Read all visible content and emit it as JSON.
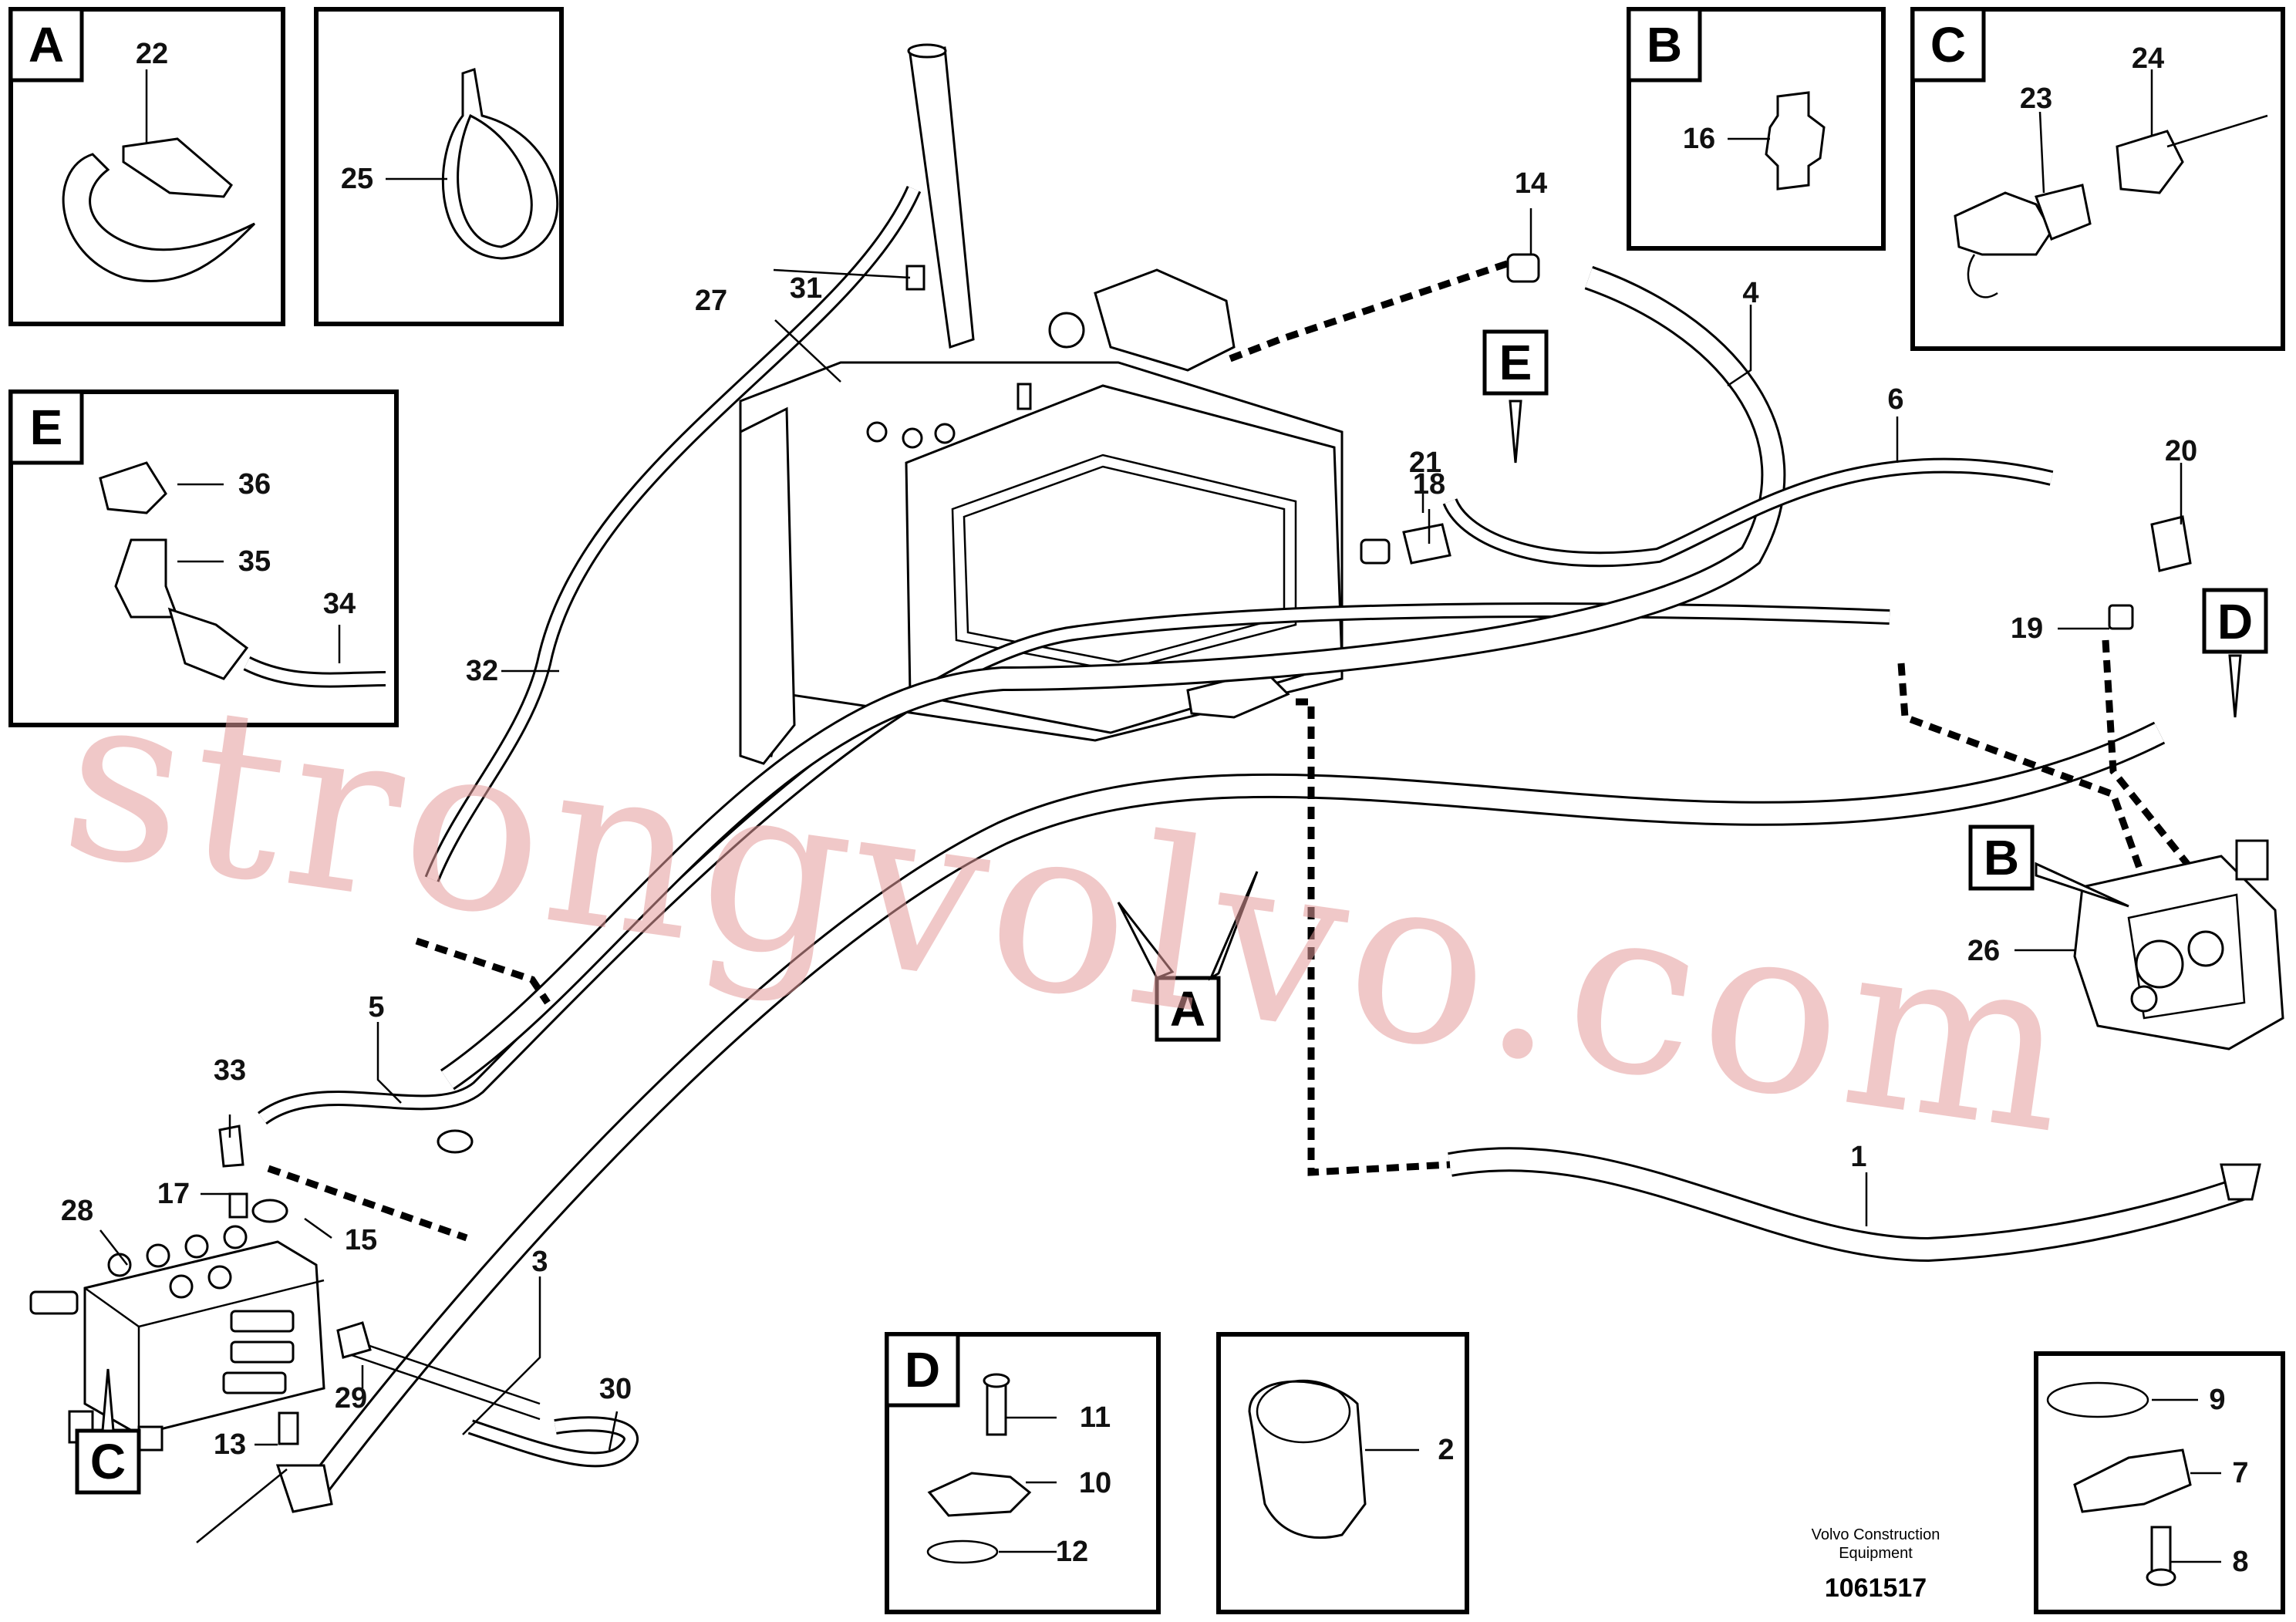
{
  "diagram": {
    "callouts": [
      {
        "id": "l1",
        "text": "1"
      },
      {
        "id": "l2",
        "text": "2"
      },
      {
        "id": "l3",
        "text": "3"
      },
      {
        "id": "l4",
        "text": "4"
      },
      {
        "id": "l5",
        "text": "5"
      },
      {
        "id": "l6",
        "text": "6"
      },
      {
        "id": "l7",
        "text": "7"
      },
      {
        "id": "l8",
        "text": "8"
      },
      {
        "id": "l9",
        "text": "9"
      },
      {
        "id": "l10",
        "text": "10"
      },
      {
        "id": "l11",
        "text": "11"
      },
      {
        "id": "l12",
        "text": "12"
      },
      {
        "id": "l13",
        "text": "13"
      },
      {
        "id": "l14",
        "text": "14"
      },
      {
        "id": "l15",
        "text": "15"
      },
      {
        "id": "l16",
        "text": "16"
      },
      {
        "id": "l17",
        "text": "17"
      },
      {
        "id": "l18",
        "text": "18"
      },
      {
        "id": "l19",
        "text": "19"
      },
      {
        "id": "l20",
        "text": "20"
      },
      {
        "id": "l21",
        "text": "21"
      },
      {
        "id": "l22",
        "text": "22"
      },
      {
        "id": "l23",
        "text": "23"
      },
      {
        "id": "l24",
        "text": "24"
      },
      {
        "id": "l25",
        "text": "25"
      },
      {
        "id": "l26",
        "text": "26"
      },
      {
        "id": "l27",
        "text": "27"
      },
      {
        "id": "l28",
        "text": "28"
      },
      {
        "id": "l29",
        "text": "29"
      },
      {
        "id": "l30",
        "text": "30"
      },
      {
        "id": "l31",
        "text": "31"
      },
      {
        "id": "l32",
        "text": "32"
      },
      {
        "id": "l33",
        "text": "33"
      },
      {
        "id": "l34",
        "text": "34"
      },
      {
        "id": "l35",
        "text": "35"
      },
      {
        "id": "l36",
        "text": "36"
      }
    ],
    "detail_letters": {
      "A": "A",
      "B": "B",
      "C": "C",
      "D": "D",
      "E": "E"
    },
    "footer": {
      "company_line1": "Volvo Construction",
      "company_line2": "Equipment",
      "drawing_number": "1061517"
    },
    "watermark": "strongvolvo.com"
  }
}
